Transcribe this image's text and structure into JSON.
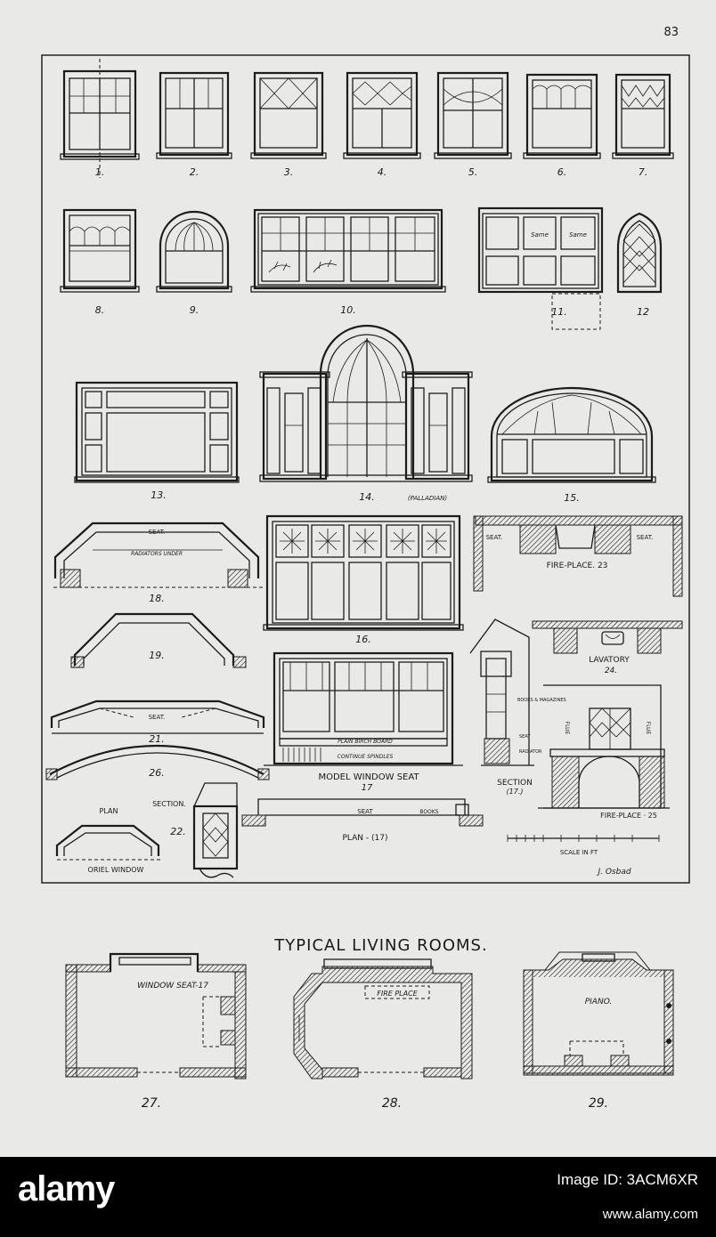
{
  "page_number": "83",
  "figures": {
    "f1": "1.",
    "f2": "2.",
    "f3": "3.",
    "f4": "4.",
    "f5": "5.",
    "f6": "6.",
    "f7": "7.",
    "f8": "8.",
    "f9": "9.",
    "f10": "10.",
    "f11": "11.",
    "f12": "12",
    "f13": "13.",
    "f14": "14.",
    "f14_note": "(PALLADIAN)",
    "f15": "15.",
    "f16": "16.",
    "f18": "18.",
    "f19": "19.",
    "f21": "21.",
    "f22": "22.",
    "f26": "26.",
    "f23": "FIRE-PLACE. 23",
    "f24": "24.",
    "f25": "FIRE-PLACE · 25"
  },
  "labels": {
    "same1": "Same",
    "same2": "Same",
    "seat18": "SEAT.",
    "radiators": "RADIATORS UNDER",
    "seat21": "SEAT.",
    "seat23a": "SEAT.",
    "seat23b": "SEAT.",
    "lavatory": "LAVATORY",
    "model_seat": "MODEL WINDOW SEAT",
    "model_seat_no": "17",
    "plain_birch": "PLAIN BIRCH BOARD",
    "cont_spindles": "CONTINUE SPINDLES",
    "books_mags": "BOOKS & MAGAZINES",
    "seat_side": "SEAT",
    "radiator": "RADIATOR",
    "section17": "SECTION",
    "section17_no": "(17.)",
    "plan": "PLAN",
    "section": "SECTION.",
    "oriel": "ORIEL WINDOW",
    "plan17": "PLAN - (17)",
    "seat_plan": "SEAT",
    "books": "BOOKS",
    "flue1": "FLUE",
    "flue2": "FLUE",
    "scale": "SCALE IN FT",
    "signature": "J. Osbad"
  },
  "bottom": {
    "title": "TYPICAL LIVING ROOMS.",
    "r27": "27.",
    "r28": "28.",
    "r29": "29.",
    "window_seat": "WINDOW SEAT-17",
    "fire_place": "FIRE PLACE",
    "piano": "PIANO."
  },
  "footer": {
    "logo": "alamy",
    "image_id": "Image ID: 3ACM6XR",
    "url": "www.alamy.com"
  }
}
